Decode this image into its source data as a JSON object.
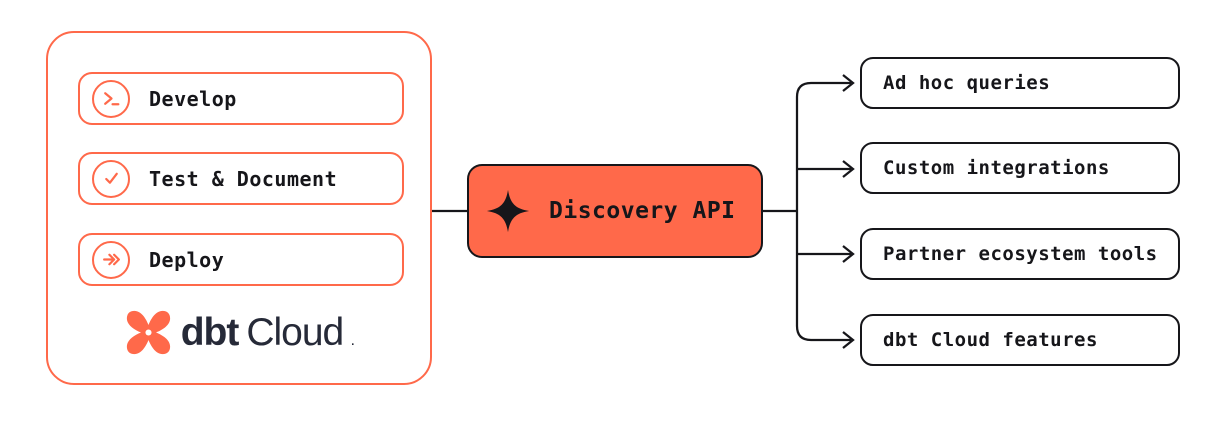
{
  "colors": {
    "orange": "#FF694A",
    "line": "#16161A",
    "navy": "#262A38",
    "bg": "#FFFFFF"
  },
  "dbt_cloud_panel": {
    "stages": [
      {
        "label": "Develop",
        "icon": "terminal-prompt-icon"
      },
      {
        "label": "Test & Document",
        "icon": "check-circle-icon"
      },
      {
        "label": "Deploy",
        "icon": "fast-forward-arrow-icon"
      }
    ],
    "logo": {
      "bold": "dbt",
      "regular": "Cloud",
      "tm": "."
    }
  },
  "hub": {
    "label": "Discovery API",
    "icon": "sparkle-icon"
  },
  "consumers": [
    {
      "label": "Ad hoc queries"
    },
    {
      "label": "Custom integrations"
    },
    {
      "label": "Partner ecosystem tools"
    },
    {
      "label": "dbt Cloud features"
    }
  ]
}
